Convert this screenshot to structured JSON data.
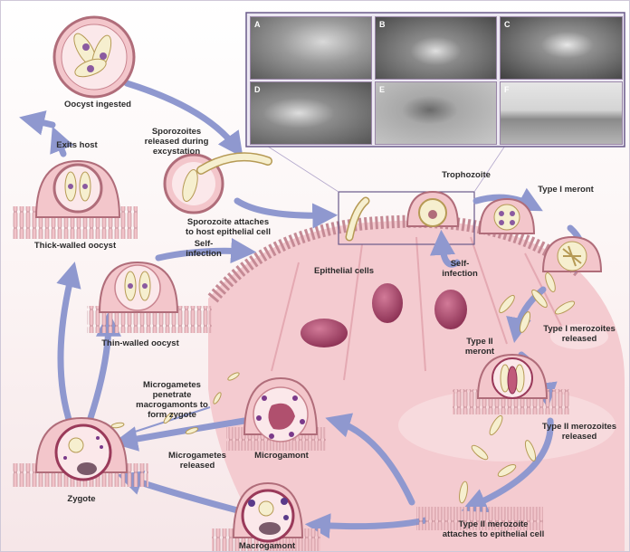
{
  "labels": {
    "oocyst_ingested": "Oocyst ingested",
    "exits_host": "Exits host",
    "sporozoites_released": "Sporozoites\nreleased during\nexcystation",
    "sporozoite_attaches": "Sporozoite attaches\nto host epithelial cell",
    "thick_walled_oocyst": "Thick-walled oocyst",
    "self_infection_left": "Self-\ninfection",
    "thin_walled_oocyst": "Thin-walled oocyst",
    "epithelial_cells": "Epithelial cells",
    "self_infection_right": "Self-\ninfection",
    "trophozoite": "Trophozoite",
    "type1_meront": "Type I meront",
    "type1_merozoites": "Type I merozoites\nreleased",
    "type2_meront": "Type II\nmeront",
    "type2_merozoites": "Type II merozoites\nreleased",
    "microgametes_penetrate": "Microgametes\npenetrate\nmacrogamonts to\nform zygote",
    "microgametes_released": "Microgametes\nreleased",
    "microgamont": "Microgamont",
    "zygote": "Zygote",
    "macrogamont": "Macrogamont",
    "type2_attaches": "Type II merozoite\nattaches to epithelial cell"
  },
  "micrograph_panels": [
    "A",
    "B",
    "C",
    "D",
    "E",
    "F"
  ],
  "colors": {
    "arrow": "#8f98cf",
    "tissue": "#f3c6cb",
    "nucleus": "#a8486a",
    "frame": "#6a5a8a"
  }
}
